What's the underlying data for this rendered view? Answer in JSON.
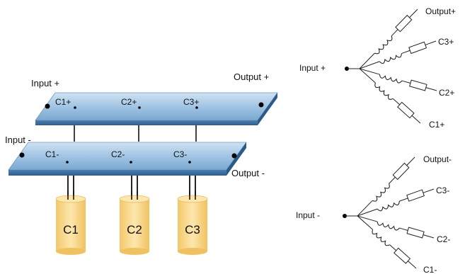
{
  "left_diagram": {
    "top_plate": {
      "input_label": "Input +",
      "output_label": "Output +",
      "taps": [
        "C1+",
        "C2+",
        "C3+"
      ]
    },
    "bottom_plate": {
      "input_label": "Input -",
      "output_label": "Output -",
      "taps": [
        "C1-",
        "C2-",
        "C3-"
      ]
    },
    "capacitors": [
      "C1",
      "C2",
      "C3"
    ],
    "colors": {
      "plate_face": "#9fc4e3",
      "plate_edge": "#3f6f9c",
      "capacitor_body": "#f8d98a",
      "capacitor_edge": "#e3b458"
    }
  },
  "right_diagram": {
    "positive": {
      "input_label": "Input +",
      "branches": [
        "Output+",
        "C3+",
        "C2+",
        "C1+"
      ]
    },
    "negative": {
      "input_label": "Input -",
      "branches": [
        "Output-",
        "C3-",
        "C2-",
        "C1-"
      ]
    }
  }
}
